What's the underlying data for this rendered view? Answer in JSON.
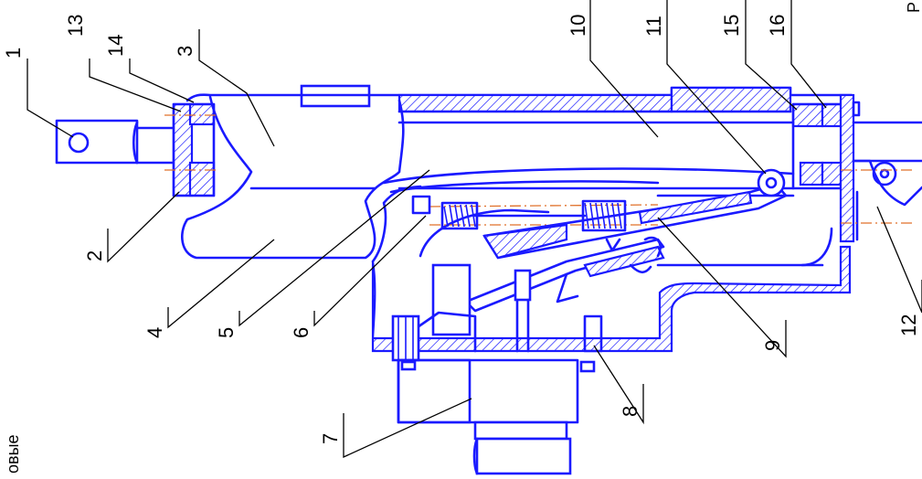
{
  "callouts": [
    "1",
    "2",
    "3",
    "4",
    "5",
    "6",
    "7",
    "8",
    "9",
    "10",
    "11",
    "12",
    "13",
    "14",
    "15",
    "16"
  ],
  "side_caption": "овые",
  "corner_caption": "Р",
  "colors": {
    "outline": "#1a1aff",
    "leader": "#000000",
    "axis": "#e0702a",
    "background": "#ffffff"
  }
}
